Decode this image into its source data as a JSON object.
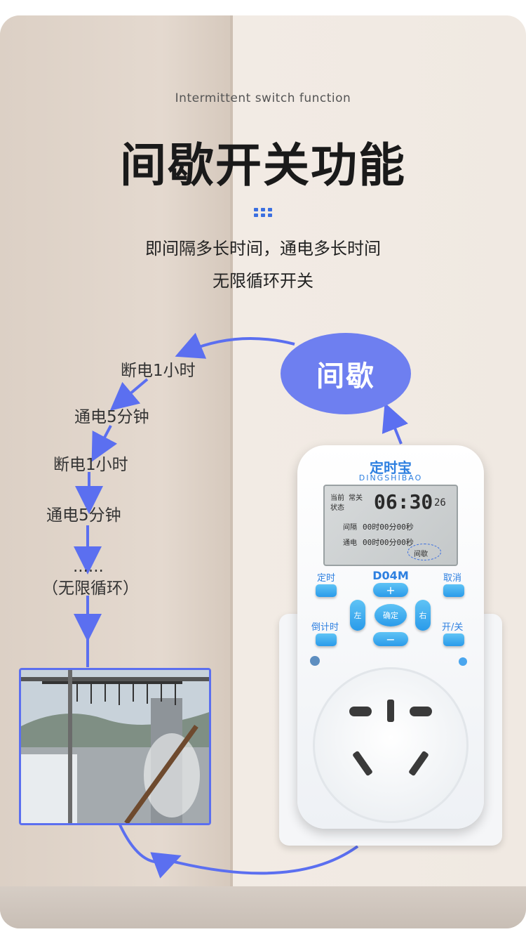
{
  "header": {
    "subtitle_en": "Intermittent switch function",
    "title_cn": "间歇开关功能",
    "desc_line1": "即间隔多长时间，通电多长时间",
    "desc_line2": "无限循环开关"
  },
  "flow": {
    "mode_badge": "间歇",
    "steps": [
      "断电1小时",
      "通电5分钟",
      "断电1小时",
      "通电5分钟",
      "......",
      "（无限循环）"
    ]
  },
  "device": {
    "brand": "定时宝",
    "brand_en": "DINGSHIBAO",
    "model": "D04M",
    "lcd": {
      "label_current": "当前",
      "label_state": "状态",
      "state_value": "常关",
      "clock": "06:30",
      "seconds": "26",
      "row1_label": "间隔",
      "row1_value": "00时00分00秒",
      "row2_label": "通电",
      "row2_value": "00时00分00秒",
      "mode": "间歇"
    },
    "buttons": {
      "timer": "定时",
      "cancel": "取消",
      "countdown": "倒计时",
      "onoff": "开/关",
      "plus": "+",
      "minus": "−",
      "left": "左",
      "right": "右",
      "ok": "确定"
    }
  },
  "colors": {
    "accent": "#5b6ff0",
    "oval": "#6e7ff0",
    "device_button": "#2a9bea"
  }
}
